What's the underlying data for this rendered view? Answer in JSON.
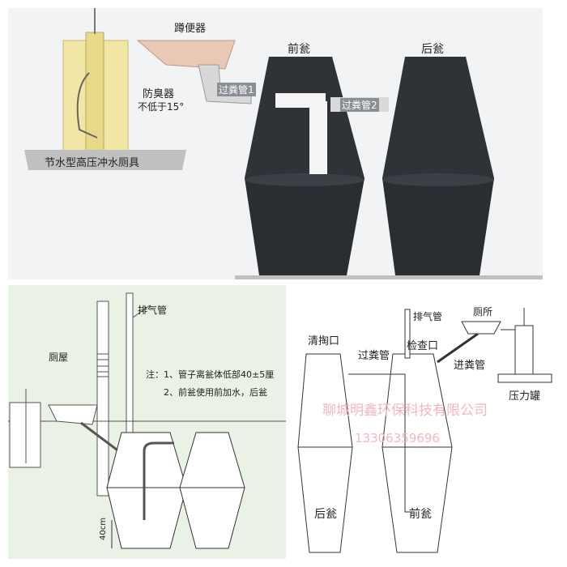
{
  "top_photo": {
    "squat_toilet": "蹲便器",
    "front_tank": "前瓮",
    "rear_tank": "后瓮",
    "odor_trap": "防臭器",
    "angle_note": "不低于15°",
    "transfer_pipe_1": "过粪管1",
    "transfer_pipe_2": "过粪管2",
    "base_label": "节水型高压冲水厕具"
  },
  "bottom_left": {
    "vent_pipe": "排气管",
    "toilet_house": "厕屋",
    "note_1": "注：1、管子离瓮体低部40±5厘",
    "note_2": "2、前瓮使用前加水，后瓮",
    "dimension": "40cm"
  },
  "bottom_right": {
    "cleanout": "清掏口",
    "transfer_pipe": "过粪管",
    "vent_pipe": "排气管",
    "inspection_port": "检查口",
    "toilet": "厕所",
    "inlet_pipe": "进粪管",
    "pressure_tank": "压力罐",
    "rear_tank": "后瓮",
    "front_tank": "前瓮",
    "watermark_company": "聊城明鑫环保科技有限公司",
    "watermark_phone": "13306359696"
  }
}
